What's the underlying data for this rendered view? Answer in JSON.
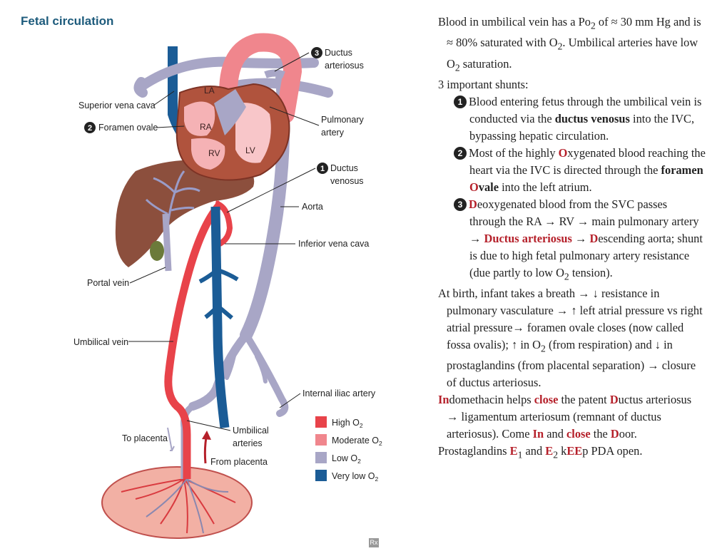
{
  "title": "Fetal circulation",
  "labels": {
    "svc": "Superior vena cava",
    "foramen_ovale": "Foramen ovale",
    "ductus_arteriosus_1": "Ductus",
    "ductus_arteriosus_2": "arteriosus",
    "pulmonary_artery_1": "Pulmonary",
    "pulmonary_artery_2": "artery",
    "ductus_venosus_1": "Ductus",
    "ductus_venosus_2": "venosus",
    "aorta": "Aorta",
    "ivc": "Inferior vena cava",
    "portal_vein": "Portal vein",
    "umbilical_vein": "Umbilical vein",
    "internal_iliac": "Internal iliac artery",
    "to_placenta": "To placenta",
    "umbilical_arteries_1": "Umbilical",
    "umbilical_arteries_2": "arteries",
    "from_placenta": "From placenta"
  },
  "heart_labels": {
    "la": "LA",
    "ra": "RA",
    "rv": "RV",
    "lv": "LV"
  },
  "num_markers": {
    "one": "1",
    "two": "2",
    "three": "3"
  },
  "legend": [
    {
      "base": "High O",
      "sub": "2",
      "color": "#e8434a"
    },
    {
      "base": "Moderate O",
      "sub": "2",
      "color": "#f0868d"
    },
    {
      "base": "Low O",
      "sub": "2",
      "color": "#a8a6c6"
    },
    {
      "base": "Very low O",
      "sub": "2",
      "color": "#1b5c96"
    }
  ],
  "colors": {
    "high": "#e8434a",
    "moderate": "#f0868d",
    "low": "#a8a6c6",
    "very_low": "#1b5c96",
    "liver": "#8c4f3d",
    "heart": "#b0533d",
    "placenta": "#f2b0a4"
  },
  "text": {
    "p1_a": "Blood in umbilical vein has a Po",
    "p1_b": "2",
    "p1_c": " of ≈ 30 mm Hg and is ≈ 80% saturated with O",
    "p1_d": "2",
    "p1_e": ". Umbilical arteries have low O",
    "p1_f": "2",
    "p1_g": " saturation.",
    "p2": "3 important shunts:",
    "s1_a": "Blood entering fetus through the umbilical vein is conducted via the ",
    "s1_b": "ductus venosus",
    "s1_c": " into the IVC, bypassing hepatic circulation.",
    "s2_a": "Most of the highly ",
    "s2_b": "O",
    "s2_c": "xygenated blood reaching the heart via the IVC is directed through the ",
    "s2_d": "foramen ",
    "s2_e": "O",
    "s2_f": "vale",
    "s2_g": " into the left atrium.",
    "s3_a": "D",
    "s3_b": "eoxygenated blood from the SVC passes through the RA → RV → main pulmonary artery → ",
    "s3_c": "Ductus arteriosus",
    "s3_d": " → ",
    "s3_e": "D",
    "s3_f": "escending aorta; shunt is due to high fetal pulmonary artery resistance (due partly to low O",
    "s3_g": "2",
    "s3_h": " tension).",
    "p4_a": "At birth, infant takes a breath → ↓ resistance in pulmonary vasculature → ↑ left atrial pressure vs right atrial pressure→ foramen ovale closes (now called fossa ovalis); ↑ in O",
    "p4_b": "2",
    "p4_c": " (from respiration) and ↓ in prostaglandins (from placental separation) → closure of ductus arteriosus.",
    "p5_a": "In",
    "p5_b": "domethacin helps ",
    "p5_c": "close",
    "p5_d": " the patent ",
    "p5_e": "D",
    "p5_f": "uctus arteriosus → ligamentum arteriosum (remnant of ductus arteriosus). Come ",
    "p5_g": "In",
    "p5_h": " and ",
    "p5_i": "close",
    "p5_j": " the ",
    "p5_k": "D",
    "p5_l": "oor.",
    "p6_a": "Prostaglandins ",
    "p6_b": "E",
    "p6_c": "1",
    "p6_d": " and ",
    "p6_e": "E",
    "p6_f": "2",
    "p6_g": " k",
    "p6_h": "EE",
    "p6_i": "p PDA open."
  },
  "footer_logo": "Rx"
}
